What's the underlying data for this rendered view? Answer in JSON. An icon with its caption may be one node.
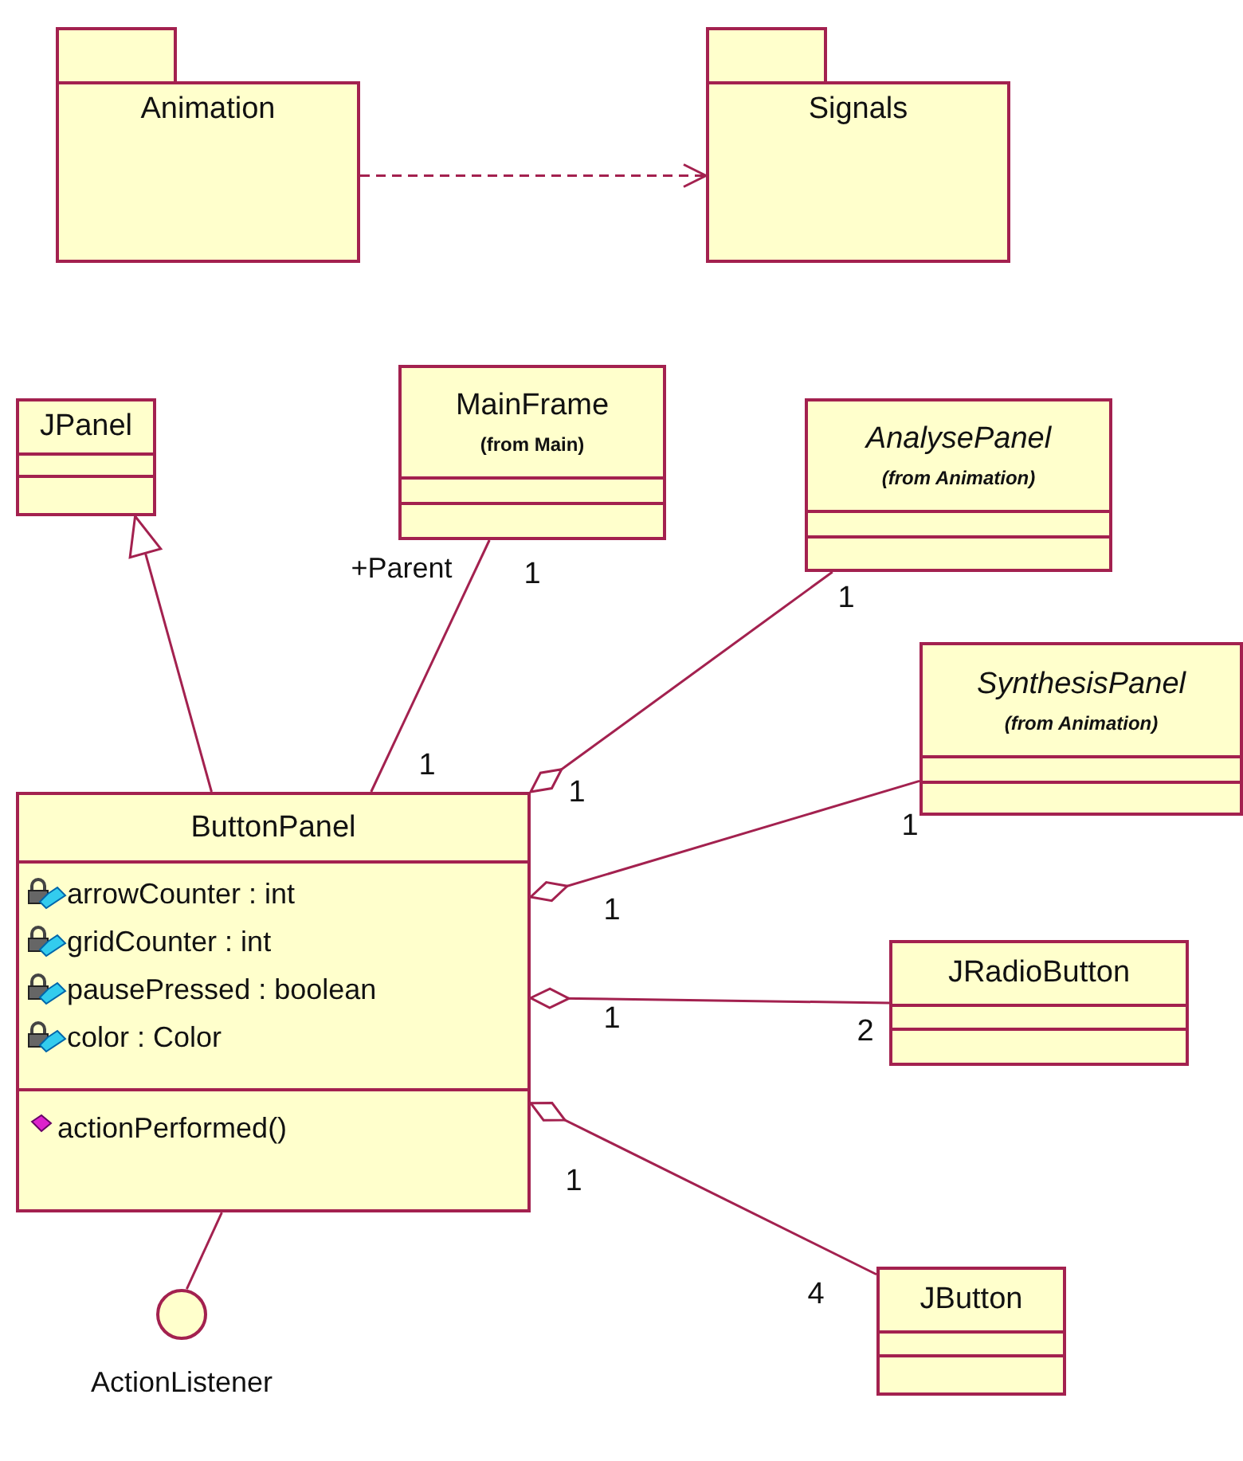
{
  "diagram": {
    "nodes": [
      {
        "text": [
          "Animation"
        ]
      },
      {
        "text": [
          "Signals"
        ]
      },
      {
        "text": [
          "JPanel"
        ]
      },
      {
        "text": [
          "MainFrame",
          "(from Main)"
        ]
      },
      {
        "text": [
          "AnalysePanel",
          "(from Animation)"
        ]
      },
      {
        "text": [
          "SynthesisPanel",
          "(from Animation)"
        ]
      },
      {
        "text": [
          "ButtonPanel",
          "arrowCounter : int",
          "gridCounter : int",
          "pausePressed : boolean",
          "color : Color",
          "actionPerformed()"
        ]
      },
      {
        "text": [
          "JRadioButton"
        ]
      },
      {
        "text": [
          "JButton"
        ]
      },
      {
        "text": [],
        "shape": "circle",
        "beside": [
          "ActionListener"
        ]
      }
    ],
    "edges": [
      {
        "from": 0,
        "to": 1,
        "arrow": "to",
        "style": "dashed"
      },
      {
        "from": 6,
        "to": 2,
        "arrow": "to"
      },
      {
        "from": 6,
        "to": 3,
        "arrow": "none",
        "label": "+Parent"
      },
      {
        "from": 6,
        "to": 4,
        "arrow": "other"
      },
      {
        "from": 6,
        "to": 5,
        "arrow": "other"
      },
      {
        "from": 6,
        "to": 7,
        "arrow": "other"
      },
      {
        "from": 6,
        "to": 8,
        "arrow": "other"
      },
      {
        "from": 6,
        "to": 9,
        "arrow": "none"
      }
    ],
    "labels": [
      "1",
      "1",
      "1",
      "1",
      "1",
      "1",
      "1",
      "2",
      "1",
      "4"
    ]
  }
}
